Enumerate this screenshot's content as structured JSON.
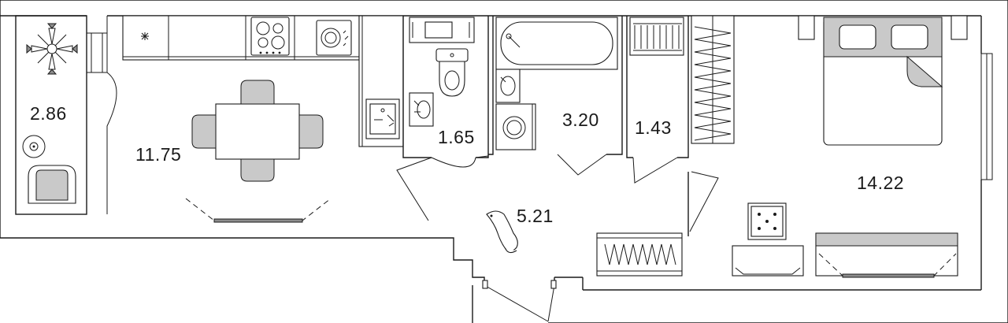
{
  "plan": {
    "rooms": [
      {
        "id": "balcony",
        "area": "2.86"
      },
      {
        "id": "kitchen",
        "area": "11.75"
      },
      {
        "id": "toilet",
        "area": "1.65"
      },
      {
        "id": "bathroom",
        "area": "3.20"
      },
      {
        "id": "storage",
        "area": "1.43"
      },
      {
        "id": "hallway",
        "area": "5.21"
      },
      {
        "id": "bedroom",
        "area": "14.22"
      }
    ]
  },
  "icons": [
    "plant-icon",
    "hob-icon",
    "washing-machine-icon",
    "sink-icon",
    "toilet-icon",
    "bathtub-icon",
    "bed-icon",
    "dining-table-icon",
    "armchair-icon",
    "wardrobe-icon",
    "dog-icon",
    "tv-icon",
    "nightstand-icon"
  ]
}
